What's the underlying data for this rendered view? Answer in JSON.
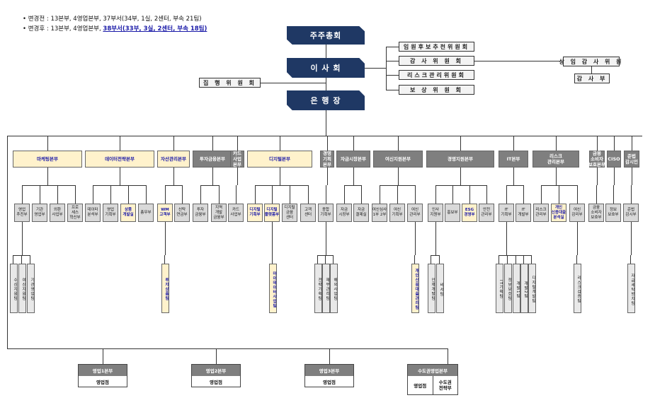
{
  "notes": {
    "before": "• 변경전 : 13본부, 4영업본부, 37부서(34부, 1실, 2센터, 부속 21팀)",
    "after_prefix": "• 변경후 : 13본부, 4영업본부, ",
    "after_highlight": "38부서(33부, 3실, 2센터, 부속 18팀)"
  },
  "top": {
    "shareholders": "주주총회",
    "board": "이 사 회",
    "ceo": "은 행 장"
  },
  "committees": {
    "exec": "집 행 위 원 회",
    "right": [
      "임원후보추천위원회",
      "감 사 위 원 회",
      "리스크관리위원회",
      "보 상 위 원 회"
    ],
    "audit_standing": "상 임 감 사 위 원",
    "audit_dept": "감 사 부"
  },
  "hqs": [
    {
      "name": "마케팅본부",
      "depts": [
        "영업\n추진부",
        "기관\n영업부",
        "외환\n사업부",
        "프로\n세스\n혁신부"
      ]
    },
    {
      "name": "데이터전략본부",
      "depts": [
        "데이터\n분석부",
        "영업\n기획부",
        "상품\n개발실",
        "총무부"
      ]
    },
    {
      "name": "자산관리본부",
      "depts": [
        "WM\n고객부",
        "신탁\n연금부"
      ]
    },
    {
      "name": "투자금융본부",
      "depts": [
        "투자\n금융부",
        "지역\n개발\n금융부"
      ]
    },
    {
      "name": "카드\n사업\n본부",
      "depts": [
        "카드\n사업부"
      ]
    },
    {
      "name": "디지털본부",
      "depts": [
        "디지털\n기획부",
        "디지털\n플랫폼부",
        "디지털\n금융\n센터",
        "고객\n센터"
      ]
    },
    {
      "name": "경영\n기획\n본부",
      "depts": [
        "종합\n기획부"
      ]
    },
    {
      "name": "자금시장본부",
      "depts": [
        "자금\n시장부",
        "자금\n결제실"
      ]
    },
    {
      "name": "여신지원본부",
      "depts": [
        "여신심사\n1부 2부",
        "여신\n기획부",
        "여신\n관리부"
      ]
    },
    {
      "name": "경영지원본부",
      "depts": [
        "인사\n지원부",
        "홍보부",
        "ESG\n경영부",
        "안전\n관리부"
      ]
    },
    {
      "name": "IT본부",
      "depts": [
        "IT\n기획부",
        "IT\n개발부"
      ]
    },
    {
      "name": "리스크\n관리본부",
      "depts": [
        "리스크\n관리부",
        "개인\n신용대출\n분석실",
        "여신\n감리부"
      ]
    },
    {
      "name": "금융\n소비자\n보호본부",
      "depts": [
        "금융\n소비자\n보호부"
      ]
    },
    {
      "name": "CISO",
      "depts": [
        "정보\n보호부"
      ]
    },
    {
      "name": "준법\n감시인",
      "depts": [
        "준법\n감시부"
      ]
    }
  ],
  "teams": {
    "marketing": [
      "수신지원팀",
      "여신지원팀",
      "기관영업팀"
    ],
    "wm": "투자상품팀",
    "digital": "마이데이터사업팀",
    "planning": [
      "전략기획팀",
      "재무관리팀",
      "해외사업팀"
    ],
    "credit": "개인신용대출관리팀",
    "support": [
      "인재개발팀",
      "비서팀"
    ],
    "it": [
      "IT기획팀",
      "정보보호팀",
      "개발1팀",
      "개발2팀",
      "디지털개발팀"
    ],
    "risk": "리스크검증팀",
    "compliance": "자금세탁방지팀"
  },
  "sales": [
    {
      "name": "영업1본부",
      "sub": [
        "영업점"
      ]
    },
    {
      "name": "영업2본부",
      "sub": [
        "영업점"
      ]
    },
    {
      "name": "영업3본부",
      "sub": [
        "영업점"
      ]
    },
    {
      "name": "수도권영업본부",
      "sub": [
        "영업점",
        "수도권\n전략부"
      ]
    }
  ]
}
